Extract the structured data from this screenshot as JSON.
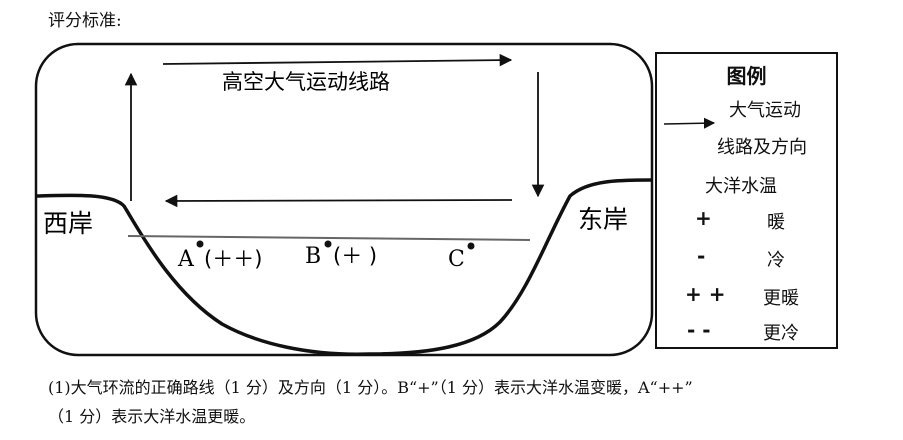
{
  "heading": "评分标准:",
  "diagram": {
    "route_label": "高空大气运动线路",
    "west_label": "西岸",
    "east_label": "东岸",
    "point_a": "A",
    "point_a_temp": "(＋＋)",
    "point_b": "B",
    "point_b_temp": "(＋ )",
    "point_c": "C"
  },
  "legend": {
    "title": "图例",
    "arrow_line1": "大气运动",
    "arrow_line2": "线路及方向",
    "ocean_label": "大洋水温",
    "items": [
      {
        "symbol": "+",
        "label": "暖"
      },
      {
        "symbol": "-",
        "label": "冷"
      },
      {
        "symbol": "+ +",
        "label": "更暖"
      },
      {
        "symbol": "- -",
        "label": "更冷"
      }
    ]
  },
  "note": {
    "line1": "(1)大气环流的正确路线（1 分）及方向（1 分）。B“+”（1 分）表示大洋水温变暖，A“++”",
    "line2": "（1 分）表示大洋水温更暖。"
  }
}
